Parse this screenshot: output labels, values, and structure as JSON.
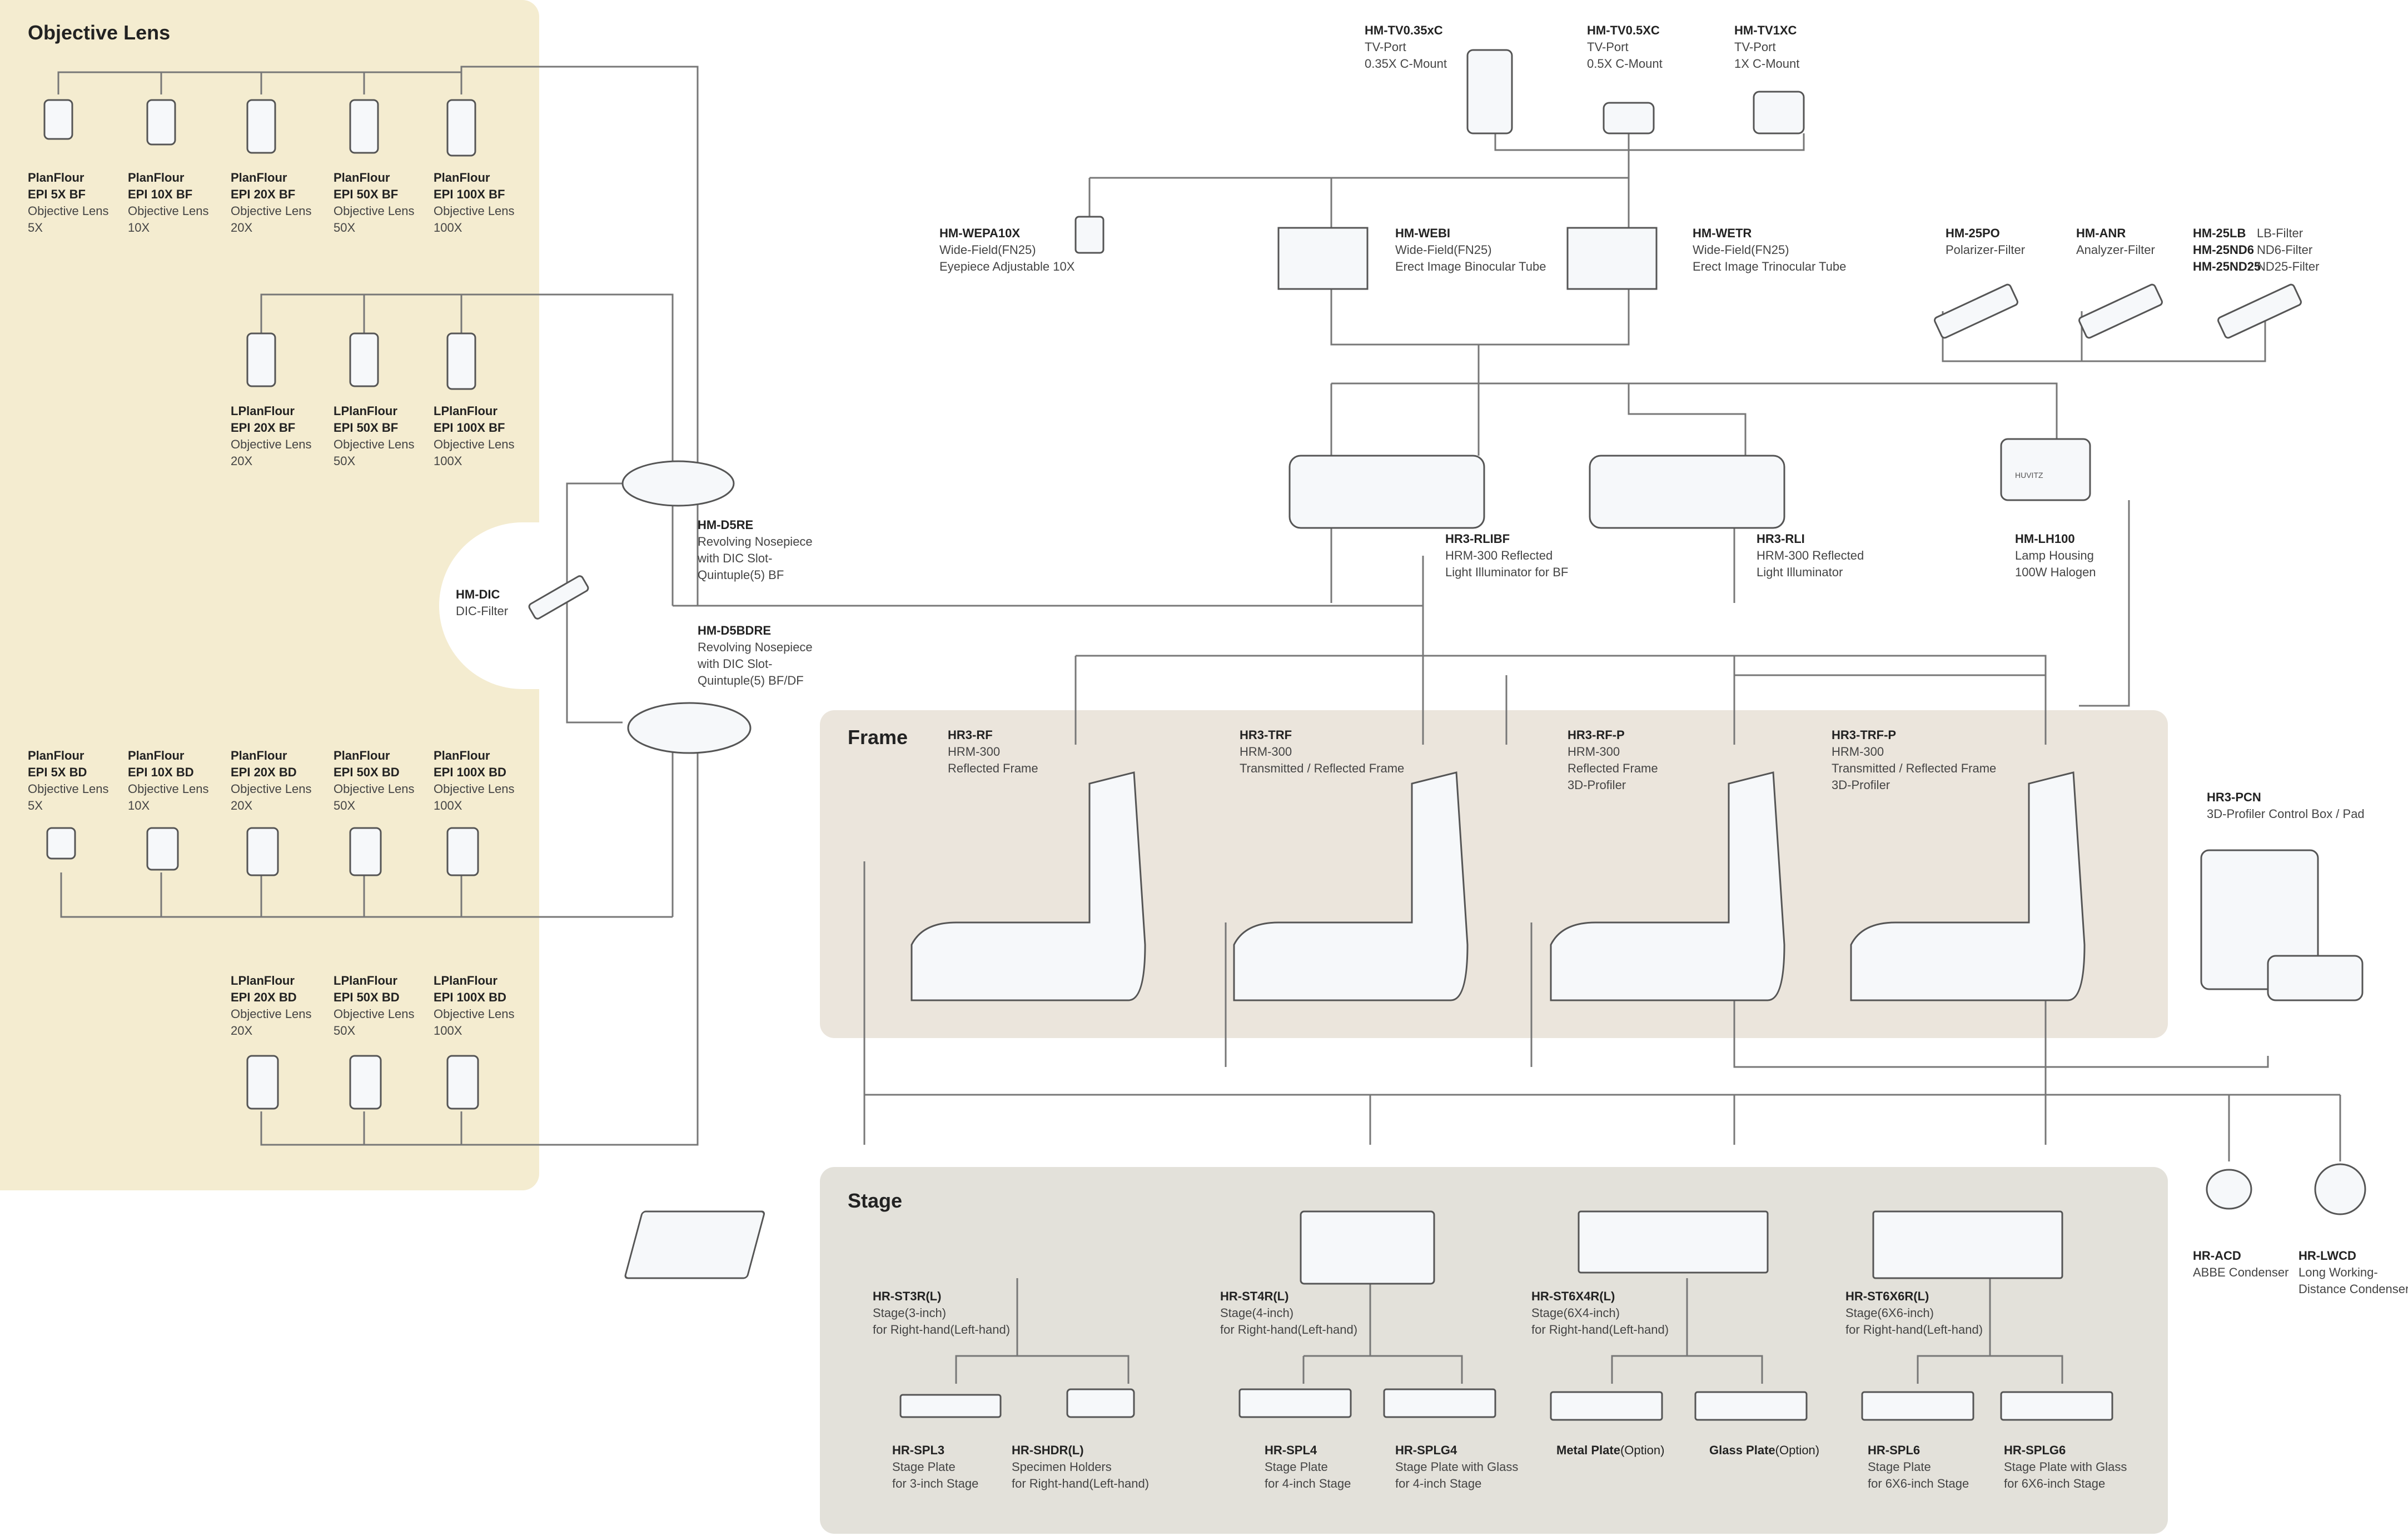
{
  "panels": {
    "objective": "Objective Lens",
    "frame": "Frame",
    "stage": "Stage"
  },
  "labels": [
    {
      "id": "pf5bf",
      "code": "PlanFlour",
      "lines": [
        "EPI 5X BF",
        "Objective Lens",
        "5X"
      ],
      "bold2": true
    },
    {
      "id": "pf10bf",
      "code": "PlanFlour",
      "lines": [
        "EPI 10X BF",
        "Objective Lens",
        "10X"
      ],
      "bold2": true
    },
    {
      "id": "pf20bf",
      "code": "PlanFlour",
      "lines": [
        "EPI 20X BF",
        "Objective Lens",
        "20X"
      ],
      "bold2": true
    },
    {
      "id": "pf50bf",
      "code": "PlanFlour",
      "lines": [
        "EPI 50X BF",
        "Objective Lens",
        "50X"
      ],
      "bold2": true
    },
    {
      "id": "pf100bf",
      "code": "PlanFlour",
      "lines": [
        "EPI 100X BF",
        "Objective Lens",
        "100X"
      ],
      "bold2": true
    },
    {
      "id": "lpf20bf",
      "code": "LPlanFlour",
      "lines": [
        "EPI 20X BF",
        "Objective Lens",
        "20X"
      ],
      "bold2": true
    },
    {
      "id": "lpf50bf",
      "code": "LPlanFlour",
      "lines": [
        "EPI 50X BF",
        "Objective Lens",
        "50X"
      ],
      "bold2": true
    },
    {
      "id": "lpf100bf",
      "code": "LPlanFlour",
      "lines": [
        "EPI 100X BF",
        "Objective Lens",
        "100X"
      ],
      "bold2": true
    },
    {
      "id": "pf5bd",
      "code": "PlanFlour",
      "lines": [
        "EPI 5X BD",
        "Objective Lens",
        "5X"
      ],
      "bold2": true
    },
    {
      "id": "pf10bd",
      "code": "PlanFlour",
      "lines": [
        "EPI 10X BD",
        "Objective Lens",
        "10X"
      ],
      "bold2": true
    },
    {
      "id": "pf20bd",
      "code": "PlanFlour",
      "lines": [
        "EPI 20X BD",
        "Objective Lens",
        "20X"
      ],
      "bold2": true
    },
    {
      "id": "pf50bd",
      "code": "PlanFlour",
      "lines": [
        "EPI 50X BD",
        "Objective Lens",
        "50X"
      ],
      "bold2": true
    },
    {
      "id": "pf100bd",
      "code": "PlanFlour",
      "lines": [
        "EPI 100X BD",
        "Objective Lens",
        "100X"
      ],
      "bold2": true
    },
    {
      "id": "lpf20bd",
      "code": "LPlanFlour",
      "lines": [
        "EPI 20X BD",
        "Objective Lens",
        "20X"
      ],
      "bold2": true
    },
    {
      "id": "lpf50bd",
      "code": "LPlanFlour",
      "lines": [
        "EPI 50X BD",
        "Objective Lens",
        "50X"
      ],
      "bold2": true
    },
    {
      "id": "lpf100bd",
      "code": "LPlanFlour",
      "lines": [
        "EPI 100X BD",
        "Objective Lens",
        "100X"
      ],
      "bold2": true
    },
    {
      "id": "hmdic",
      "code": "HM-DIC",
      "lines": [
        "DIC-Filter"
      ]
    },
    {
      "id": "hmd5re",
      "code": "HM-D5RE",
      "lines": [
        "Revolving Nosepiece",
        "with DIC Slot-",
        "Quintuple(5) BF"
      ]
    },
    {
      "id": "hmd5bdre",
      "code": "HM-D5BDRE",
      "lines": [
        "Revolving Nosepiece",
        "with DIC Slot-",
        "Quintuple(5) BF/DF"
      ]
    },
    {
      "id": "tv035",
      "code": "HM-TV0.35xC",
      "lines": [
        "TV-Port",
        "0.35X C-Mount"
      ]
    },
    {
      "id": "tv05",
      "code": "HM-TV0.5XC",
      "lines": [
        "TV-Port",
        "0.5X C-Mount"
      ]
    },
    {
      "id": "tv1",
      "code": "HM-TV1XC",
      "lines": [
        "TV-Port",
        "1X C-Mount"
      ]
    },
    {
      "id": "wepa",
      "code": "HM-WEPA10X",
      "lines": [
        "Wide-Field(FN25)",
        "Eyepiece Adjustable 10X"
      ]
    },
    {
      "id": "webi",
      "code": "HM-WEBI",
      "lines": [
        "Wide-Field(FN25)",
        "Erect Image Binocular Tube"
      ]
    },
    {
      "id": "wetr",
      "code": "HM-WETR",
      "lines": [
        "Wide-Field(FN25)",
        "Erect Image Trinocular Tube"
      ]
    },
    {
      "id": "po",
      "code": "HM-25PO",
      "lines": [
        "Polarizer-Filter"
      ]
    },
    {
      "id": "anr",
      "code": "HM-ANR",
      "lines": [
        "Analyzer-Filter"
      ]
    },
    {
      "id": "filters",
      "code": "HM-25LB",
      "lines": [
        "HM-25ND6",
        "HM-25ND25"
      ],
      "side": [
        "LB-Filter",
        "ND6-Filter",
        "ND25-Filter"
      ]
    },
    {
      "id": "rlibf",
      "code": "HR3-RLIBF",
      "lines": [
        "HRM-300 Reflected",
        "Light Illuminator for BF"
      ]
    },
    {
      "id": "rli",
      "code": "HR3-RLI",
      "lines": [
        "HRM-300 Reflected",
        "Light Illuminator"
      ]
    },
    {
      "id": "lh100",
      "code": "HM-LH100",
      "lines": [
        "Lamp Housing",
        "100W Halogen"
      ]
    },
    {
      "id": "rf",
      "code": "HR3-RF",
      "lines": [
        "HRM-300",
        "Reflected Frame"
      ]
    },
    {
      "id": "trf",
      "code": "HR3-TRF",
      "lines": [
        "HRM-300",
        "Transmitted / Reflected Frame"
      ]
    },
    {
      "id": "rfp",
      "code": "HR3-RF-P",
      "lines": [
        "HRM-300",
        "Reflected Frame",
        "3D-Profiler"
      ]
    },
    {
      "id": "trfp",
      "code": "HR3-TRF-P",
      "lines": [
        "HRM-300",
        "Transmitted / Reflected Frame",
        "3D-Profiler"
      ]
    },
    {
      "id": "pcn",
      "code": "HR3-PCN",
      "lines": [
        "3D-Profiler Control Box / Pad"
      ]
    },
    {
      "id": "st3r",
      "code": "HR-ST3R(L)",
      "lines": [
        "Stage(3-inch)",
        "for Right-hand(Left-hand)"
      ]
    },
    {
      "id": "st4r",
      "code": "HR-ST4R(L)",
      "lines": [
        "Stage(4-inch)",
        "for Right-hand(Left-hand)"
      ]
    },
    {
      "id": "st6x4",
      "code": "HR-ST6X4R(L)",
      "lines": [
        "Stage(6X4-inch)",
        "for Right-hand(Left-hand)"
      ]
    },
    {
      "id": "st6x6",
      "code": "HR-ST6X6R(L)",
      "lines": [
        "Stage(6X6-inch)",
        "for Right-hand(Left-hand)"
      ]
    },
    {
      "id": "acd",
      "code": "HR-ACD",
      "lines": [
        "ABBE Condenser"
      ]
    },
    {
      "id": "lwcd",
      "code": "HR-LWCD",
      "lines": [
        "Long Working-",
        "Distance Condenser"
      ]
    },
    {
      "id": "spl3",
      "code": "HR-SPL3",
      "lines": [
        "Stage Plate",
        "for 3-inch Stage"
      ]
    },
    {
      "id": "shdr",
      "code": "HR-SHDR(L)",
      "lines": [
        "Specimen Holders",
        "for Right-hand(Left-hand)"
      ]
    },
    {
      "id": "spl4",
      "code": "HR-SPL4",
      "lines": [
        "Stage Plate",
        "for 4-inch Stage"
      ]
    },
    {
      "id": "splg4",
      "code": "HR-SPLG4",
      "lines": [
        "Stage Plate with Glass",
        "for 4-inch Stage"
      ]
    },
    {
      "id": "metal",
      "code": "Metal Plate",
      "lines": [],
      "opt": "(Option)"
    },
    {
      "id": "glass",
      "code": "Glass Plate",
      "lines": [],
      "opt": "(Option)"
    },
    {
      "id": "spl6",
      "code": "HR-SPL6",
      "lines": [
        "Stage Plate",
        "for 6X6-inch Stage"
      ]
    },
    {
      "id": "splg6",
      "code": "HR-SPLG6",
      "lines": [
        "Stage Plate with Glass",
        "for 6X6-inch Stage"
      ]
    }
  ],
  "logo_text": "HUVITZ"
}
